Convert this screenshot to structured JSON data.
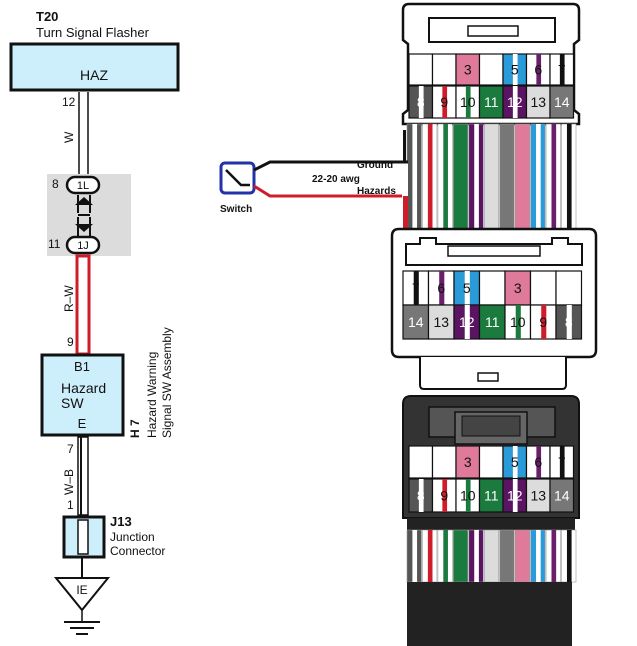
{
  "flasher": {
    "code": "T20",
    "name": "Turn Signal Flasher",
    "box_label": "HAZ",
    "pin": "12"
  },
  "wire_top": {
    "color_code": "W"
  },
  "junction_block": {
    "pin_top_num": "8",
    "pin_top_label": "1L",
    "pin_bottom_num": "11",
    "pin_bottom_label": "1J"
  },
  "wire_mid": {
    "color_code": "R–W"
  },
  "hazard_switch": {
    "pin_in": "9",
    "terminal_top": "B1",
    "label_line1": "Hazard",
    "label_line2": "SW",
    "terminal_bottom": "E",
    "code": "H 7",
    "assembly_line1": "Hazard Warning",
    "assembly_line2": "Signal SW Assembly",
    "pin_out": "7"
  },
  "wire_bottom": {
    "color_code": "W–B",
    "pin": "1"
  },
  "junction_connector": {
    "code": "J13",
    "line1": "Junction",
    "line2": "Connector"
  },
  "ground": {
    "label": "IE"
  },
  "wiring": {
    "ground_label": "Ground",
    "gauge_label": "22-20 awg",
    "hazards_label": "Hazards",
    "switch_label": "Switch"
  },
  "connectors": {
    "top_row_labels": [
      "",
      "",
      "3",
      "",
      "5",
      "6",
      "7"
    ],
    "bottom_row_labels": [
      "8",
      "9",
      "10",
      "11",
      "12",
      "13",
      "14"
    ],
    "mid_top_labels": [
      "7",
      "6",
      "5",
      "",
      "3",
      "",
      ""
    ],
    "mid_bottom_labels": [
      "14",
      "13",
      "12",
      "11",
      "10",
      "9",
      "8"
    ]
  },
  "colors": {
    "wire_red": "#d01c2a",
    "box_fill": "#cdeefb",
    "switch_blue": "#2233aa"
  }
}
